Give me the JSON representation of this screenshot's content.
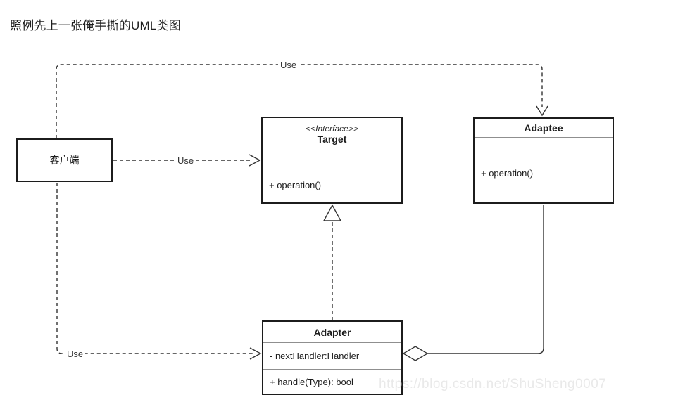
{
  "page": {
    "title": "照例先上一张俺手撕的UML类图",
    "watermark": "https://blog.csdn.net/ShuSheng0007"
  },
  "diagram": {
    "client": {
      "label": "客户端"
    },
    "classes": {
      "target": {
        "stereotype": "<<Interface>>",
        "name": "Target",
        "attributes": "",
        "methods": "+ operation()"
      },
      "adaptee": {
        "name": "Adaptee",
        "attributes": "",
        "methods": "+ operation()"
      },
      "adapter": {
        "name": "Adapter",
        "attributes": "- nextHandler:Handler",
        "methods": "+ handle(Type): bool"
      }
    },
    "relationships": [
      {
        "type": "dependency",
        "label": "Use",
        "from": "客户端",
        "to": "Adaptee"
      },
      {
        "type": "dependency",
        "label": "Use",
        "from": "客户端",
        "to": "Target"
      },
      {
        "type": "dependency",
        "label": "Use",
        "from": "客户端",
        "to": "Adapter"
      },
      {
        "type": "realization",
        "label": "",
        "from": "Adapter",
        "to": "Target"
      },
      {
        "type": "aggregation",
        "label": "",
        "from": "Adapter",
        "to": "Adaptee"
      }
    ],
    "colors": {
      "line": "#333333",
      "box_border": "#1c1c1c",
      "divider": "#8f8f8f",
      "text": "#1c1c1c",
      "watermark": "#e9e9e9",
      "background": "#ffffff"
    }
  }
}
